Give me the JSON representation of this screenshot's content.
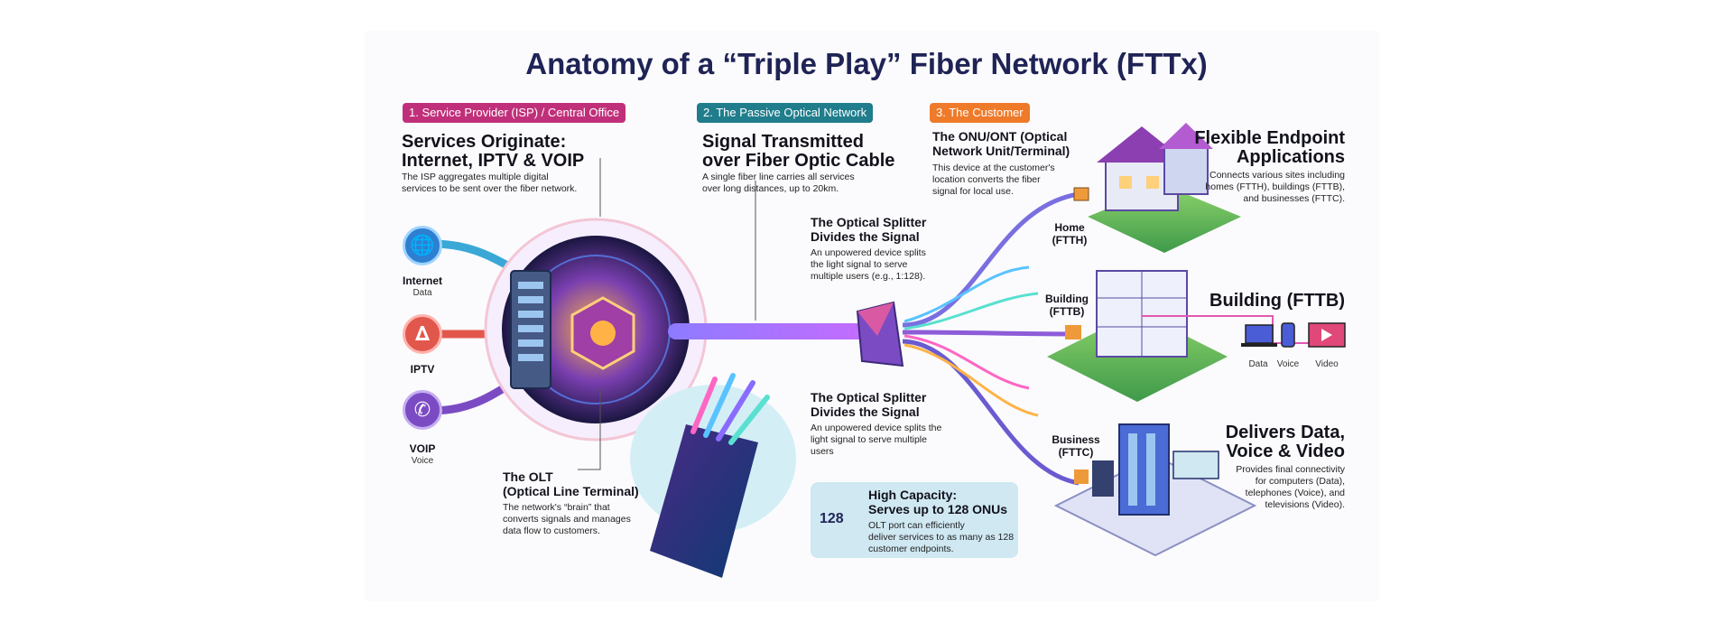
{
  "title": "Anatomy of a “Triple Play” Fiber Network (FTTx)",
  "colors": {
    "provider": "#c0307a",
    "passive": "#1f7d8c",
    "customer": "#ef7a2a",
    "title": "#1f2355",
    "fiber": "#7a6fe0"
  },
  "sections": {
    "provider": {
      "tag": "1. Service Provider (ISP) / Central Office",
      "heading": [
        "Services Originate:",
        "Internet, IPTV & VOIP"
      ],
      "desc": [
        "The ISP aggregates multiple digital",
        "services to be sent over the fiber network."
      ]
    },
    "passive": {
      "tag": "2. The Passive Optical Network",
      "heading": [
        "Signal Transmitted",
        "over Fiber Optic Cable"
      ],
      "desc": [
        "A single fiber line carries all services",
        "over long distances, up to 20km."
      ]
    },
    "customer": {
      "tag": "3. The Customer",
      "heading": [
        "The ONU/ONT (Optical",
        "Network Unit/Terminal)"
      ],
      "desc": [
        "This device at the customer's",
        "location converts the fiber",
        "signal for local use."
      ]
    }
  },
  "services": [
    {
      "label": "Internet",
      "sub": "Data",
      "icon": "globe-icon"
    },
    {
      "label": "IPTV",
      "sub": "",
      "icon": "antenna-icon"
    },
    {
      "label": "VOIP",
      "sub": "Voice",
      "icon": "phone-icon"
    }
  ],
  "olt": {
    "heading": [
      "The OLT",
      "(Optical Line Terminal)"
    ],
    "desc": [
      "The network's “brain” that",
      "converts signals and manages",
      "data flow to customers."
    ]
  },
  "splitter_top": {
    "heading": [
      "The Optical Splitter",
      "Divides the Signal"
    ],
    "desc": [
      "An unpowered device splits",
      "the light signal to serve",
      "multiple users (e.g., 1:128)."
    ]
  },
  "splitter_bottom": {
    "heading": [
      "The Optical Splitter",
      "Divides the Signal"
    ],
    "desc": [
      "An unpowered device splits the",
      "light signal to serve multiple",
      "users"
    ]
  },
  "capacity": {
    "badge": "128",
    "heading": [
      "High Capacity:",
      "Serves up to 128 ONUs"
    ],
    "desc": [
      "OLT port can efficiently",
      "deliver services to as many as 128",
      "customer endpoints."
    ]
  },
  "endpoints": {
    "home": {
      "label": [
        "Home",
        "(FTTH)"
      ]
    },
    "building": {
      "label": [
        "Building",
        "(FTTB)"
      ],
      "devices": [
        "Data",
        "Voice",
        "Video"
      ]
    },
    "business": {
      "label": [
        "Business",
        "(FTTC)"
      ]
    }
  },
  "right": {
    "flexible": {
      "heading": [
        "Flexible Endpoint",
        "Applications"
      ],
      "desc": [
        "Connects various sites including",
        "homes (FTTH), buildings (FTTB),",
        "and businesses (FTTC)."
      ]
    },
    "building": {
      "heading": "Building (FTTB)"
    },
    "delivers": {
      "heading": [
        "Delivers Data,",
        "Voice & Video"
      ],
      "desc": [
        "Provides final connectivity",
        "for computers (Data),",
        "telephones (Voice), and",
        "televisions (Video)."
      ]
    }
  }
}
